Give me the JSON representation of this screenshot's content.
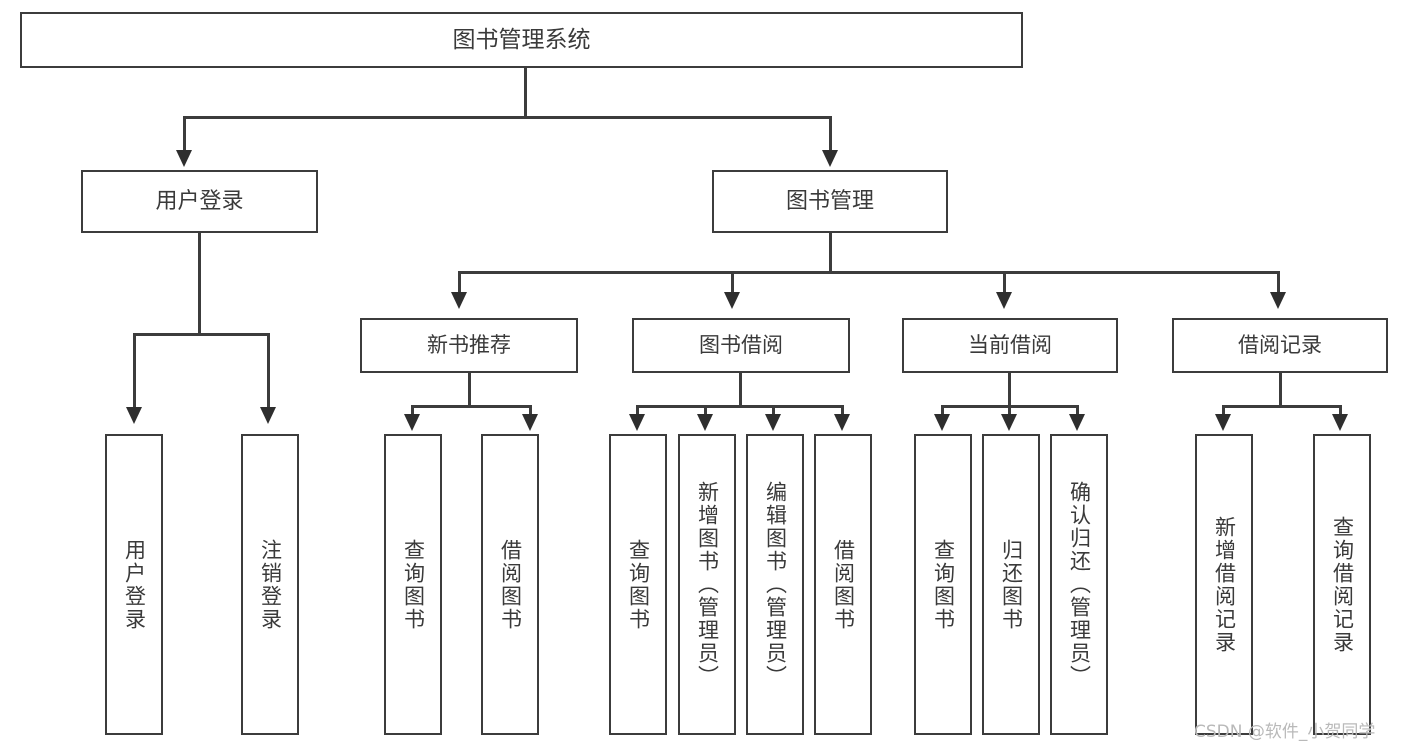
{
  "diagram": {
    "title": "图书管理系统",
    "type": "tree",
    "root": {
      "label": "图书管理系统"
    },
    "level1": [
      {
        "label": "用户登录"
      },
      {
        "label": "图书管理"
      }
    ],
    "level2": [
      {
        "label": "新书推荐"
      },
      {
        "label": "图书借阅"
      },
      {
        "label": "当前借阅"
      },
      {
        "label": "借阅记录"
      }
    ],
    "leaves": {
      "user_login": [
        {
          "label": "用户登录"
        },
        {
          "label": "注销登录"
        }
      ],
      "new_book_recommend": [
        {
          "label": "查询图书"
        },
        {
          "label": "借阅图书"
        }
      ],
      "book_borrow": [
        {
          "label": "查询图书"
        },
        {
          "label": "新增图书（管理员）"
        },
        {
          "label": "编辑图书（管理员）"
        },
        {
          "label": "借阅图书"
        }
      ],
      "current_borrow": [
        {
          "label": "查询图书"
        },
        {
          "label": "归还图书"
        },
        {
          "label": "确认归还（管理员）"
        }
      ],
      "borrow_record": [
        {
          "label": "新增借阅记录"
        },
        {
          "label": "查询借阅记录"
        }
      ]
    }
  },
  "watermark": {
    "text": "CSDN @软件_小贺同学"
  },
  "colors": {
    "stroke": "#3c3c3c",
    "fill": "#ffffff",
    "text": "#3a3a3a",
    "watermark": "#b9b9b9"
  }
}
